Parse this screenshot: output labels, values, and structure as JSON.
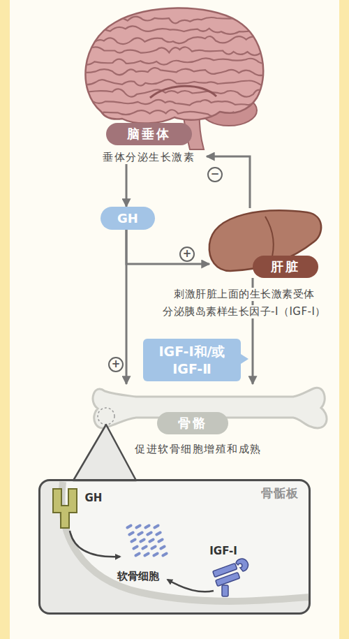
{
  "diagram": {
    "nodes": [
      {
        "text": [
          "脑垂体",
          "垂体分泌生长激素"
        ]
      },
      {
        "text": [
          "GH"
        ]
      },
      {
        "text": [
          "肝脏"
        ]
      },
      {
        "text": [
          "IGF-Ⅰ和/或 IGF-Ⅱ"
        ]
      },
      {
        "text": [
          "骨骼",
          "促进软骨细胞增殖和成熟"
        ]
      },
      {
        "text": [
          "骨骺板"
        ]
      }
    ],
    "edges": [
      {
        "from": 0,
        "to": 1,
        "arrow": "to"
      },
      {
        "from": 1,
        "to": 2,
        "arrow": "to",
        "label": "+"
      },
      {
        "from": 1,
        "to": 4,
        "arrow": "to",
        "label": "+"
      },
      {
        "from": 2,
        "to": 4,
        "arrow": "to"
      },
      {
        "from": 2,
        "to": 0,
        "arrow": "to",
        "label": "−"
      }
    ],
    "labels": [
      "刺激肝脏上面的生长激素受体",
      "分泌胰岛素样生长因子-Ⅰ（IGF-Ⅰ）",
      "GH",
      "软骨细胞",
      "IGF-Ⅰ"
    ]
  }
}
